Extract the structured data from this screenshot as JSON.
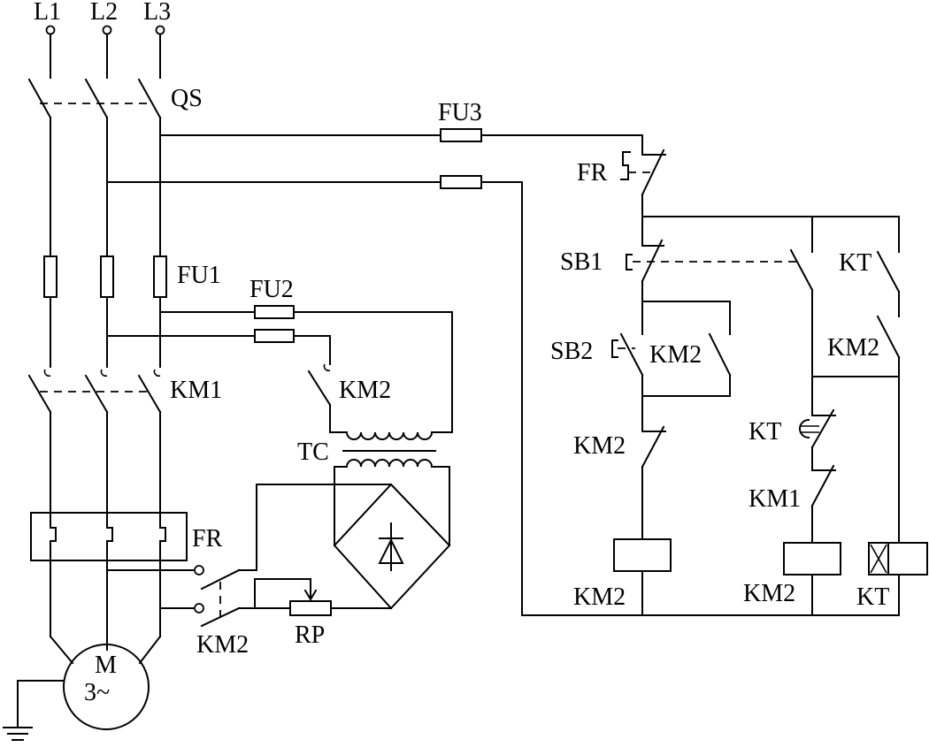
{
  "labels": {
    "l1": "L1",
    "l2": "L2",
    "l3": "L3",
    "qs": "QS",
    "fu1": "FU1",
    "fu2": "FU2",
    "fu3": "FU3",
    "km1_main": "KM1",
    "km2_trafo": "KM2",
    "tc": "TC",
    "fr_main": "FR",
    "km2_brake": "KM2",
    "rp": "RP",
    "motor_m": "M",
    "motor_phase": "3~",
    "fr_ctrl": "FR",
    "sb1": "SB1",
    "sb2": "SB2",
    "km2_hold": "KM2",
    "km2_nc": "KM2",
    "km2_coil": "KM2",
    "kt_inst": "KT",
    "km2_kt": "KM2",
    "kt_delay": "KT",
    "km1_nc": "KM1",
    "km2_coil_b": "KM2",
    "kt_coil": "KT"
  }
}
